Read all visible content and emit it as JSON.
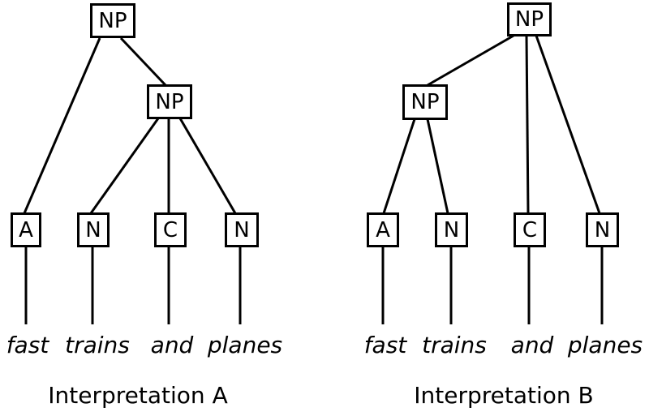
{
  "diagram": {
    "type": "syntax-tree-comparison",
    "sentence": "fast trains and planes",
    "colors": {
      "line": "#000000",
      "background": "#ffffff",
      "text": "#000000"
    },
    "trees": [
      {
        "caption": "Interpretation A",
        "root": "NP",
        "inner": "NP",
        "leaves": [
          "A",
          "N",
          "C",
          "N"
        ],
        "words": [
          "fast",
          "trains",
          "and",
          "planes"
        ],
        "edges": [
          [
            "NP-root",
            "A"
          ],
          [
            "NP-root",
            "NP-inner"
          ],
          [
            "NP-inner",
            "N"
          ],
          [
            "NP-inner",
            "C"
          ],
          [
            "NP-inner",
            "N2"
          ],
          [
            "A",
            "fast"
          ],
          [
            "N",
            "trains"
          ],
          [
            "C",
            "and"
          ],
          [
            "N2",
            "planes"
          ]
        ]
      },
      {
        "caption": "Interpretation B",
        "root": "NP",
        "inner": "NP",
        "leaves": [
          "A",
          "N",
          "C",
          "N"
        ],
        "words": [
          "fast",
          "trains",
          "and",
          "planes"
        ],
        "edges": [
          [
            "NP-root",
            "NP-inner"
          ],
          [
            "NP-root",
            "C"
          ],
          [
            "NP-root",
            "N2"
          ],
          [
            "NP-inner",
            "A"
          ],
          [
            "NP-inner",
            "N"
          ],
          [
            "A",
            "fast"
          ],
          [
            "N",
            "trains"
          ],
          [
            "C",
            "and"
          ],
          [
            "N2",
            "planes"
          ]
        ]
      }
    ]
  }
}
